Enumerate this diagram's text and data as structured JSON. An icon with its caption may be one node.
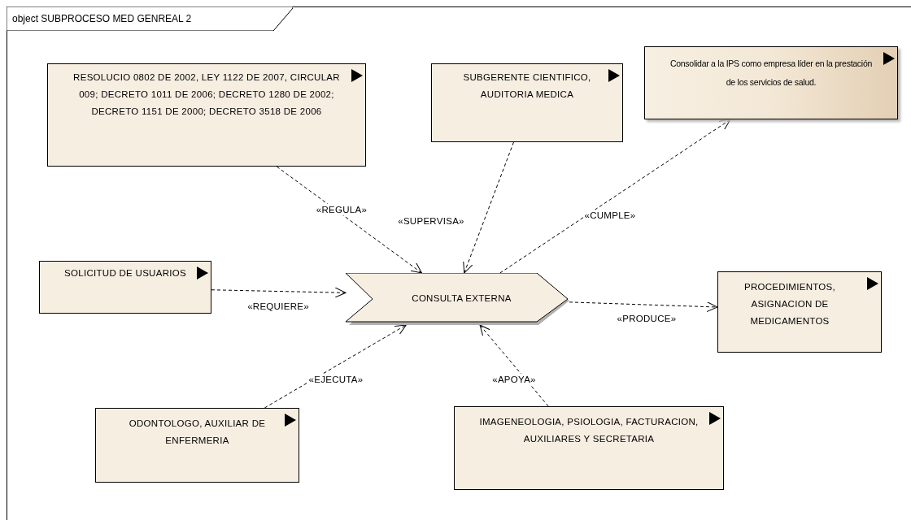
{
  "diagram": {
    "title": "object SUBPROCESO MED GENREAL 2",
    "nodes": [
      {
        "text": [
          "RESOLUCIO 0802 DE 2002, LEY 1122 DE 2007, CIRCULAR 009; DECRETO 1011 DE 2006; DECRETO 1280 DE 2002; DECRETO 1151 DE 2000; DECRETO 3518 DE 2006"
        ]
      },
      {
        "text": [
          "SUBGERENTE CIENTIFICO, AUDITORIA MEDICA"
        ]
      },
      {
        "text": [
          "Consolidar a la IPS como empresa líder en la prestación de los servicios de salud."
        ]
      },
      {
        "text": [
          "SOLICITUD DE USUARIOS"
        ]
      },
      {
        "text": [
          "CONSULTA EXTERNA"
        ]
      },
      {
        "text": [
          "PROCEDIMIENTOS, ASIGNACION DE MEDICAMENTOS"
        ]
      },
      {
        "text": [
          "ODONTOLOGO, AUXILIAR DE ENFERMERIA"
        ]
      },
      {
        "text": [
          "IMAGENEOLOGIA, PSIOLOGIA, FACTURACION, AUXILIARES Y SECRETARIA"
        ]
      }
    ],
    "edges": [
      {
        "from": 0,
        "to": 4,
        "arrow": "to",
        "label": "«REGULA»",
        "style": "dashed"
      },
      {
        "from": 1,
        "to": 4,
        "arrow": "to",
        "label": "«SUPERVISA»",
        "style": "dashed"
      },
      {
        "from": 4,
        "to": 2,
        "arrow": "to",
        "label": "«CUMPLE»",
        "style": "dashed"
      },
      {
        "from": 3,
        "to": 4,
        "arrow": "to",
        "label": "«REQUIERE»",
        "style": "dashed"
      },
      {
        "from": 4,
        "to": 5,
        "arrow": "to",
        "label": "«PRODUCE»",
        "style": "dashed"
      },
      {
        "from": 6,
        "to": 4,
        "arrow": "to",
        "label": "«EJECUTA»",
        "style": "dashed"
      },
      {
        "from": 7,
        "to": 4,
        "arrow": "to",
        "label": "«APOYA»",
        "style": "dashed"
      }
    ]
  }
}
